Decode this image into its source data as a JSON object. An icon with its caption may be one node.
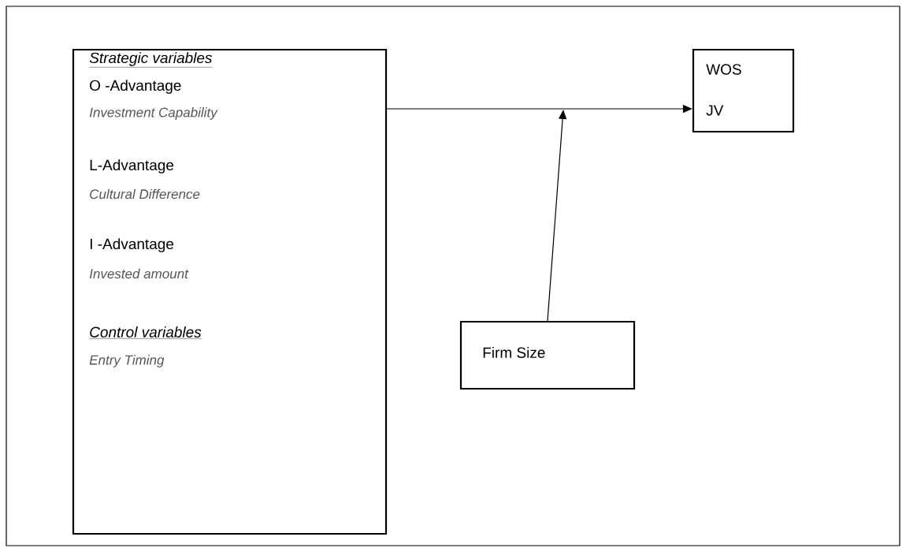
{
  "diagram": {
    "nodes": [
      {
        "text": [
          "Strategic variables",
          "O -Advantage",
          "Investment Capability",
          "L-Advantage",
          "Cultural Difference",
          "I -Advantage",
          "Invested amount",
          "Control variables",
          "Entry Timing"
        ]
      },
      {
        "text": [
          "WOS",
          "JV"
        ]
      },
      {
        "text": [
          "Firm Size"
        ]
      }
    ],
    "edges": [
      {
        "from": 0,
        "to": 1,
        "arrow": "to"
      },
      {
        "from": 2,
        "to": null,
        "arrow": "to"
      }
    ]
  }
}
